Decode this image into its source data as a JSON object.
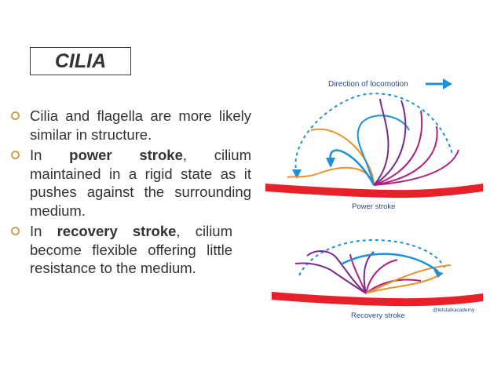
{
  "title": "CILIA",
  "bullets": [
    {
      "pre": "Cilia and flagella are more likely similar in structure.",
      "bold": "",
      "post": ""
    },
    {
      "pre": "In ",
      "bold": "power stroke",
      "post": ", cilium maintained in a rigid state as it pushes against the surrounding medium."
    },
    {
      "pre": "In ",
      "bold": "recovery stroke",
      "post": ", cilium become flexible offering little resistance to the medium."
    }
  ],
  "figure": {
    "direction_label": "Direction of locomotion",
    "power_label": "Power stroke",
    "recovery_label": "Recovery stroke",
    "credit": "@letstalkacademy"
  },
  "colors": {
    "bullet": "#c8a24a",
    "text": "#333333",
    "surface": "#e8202a",
    "blue": "#1f8fd6",
    "purple": "#7a2a8c",
    "magenta": "#b0207a",
    "orange": "#e8922a"
  }
}
